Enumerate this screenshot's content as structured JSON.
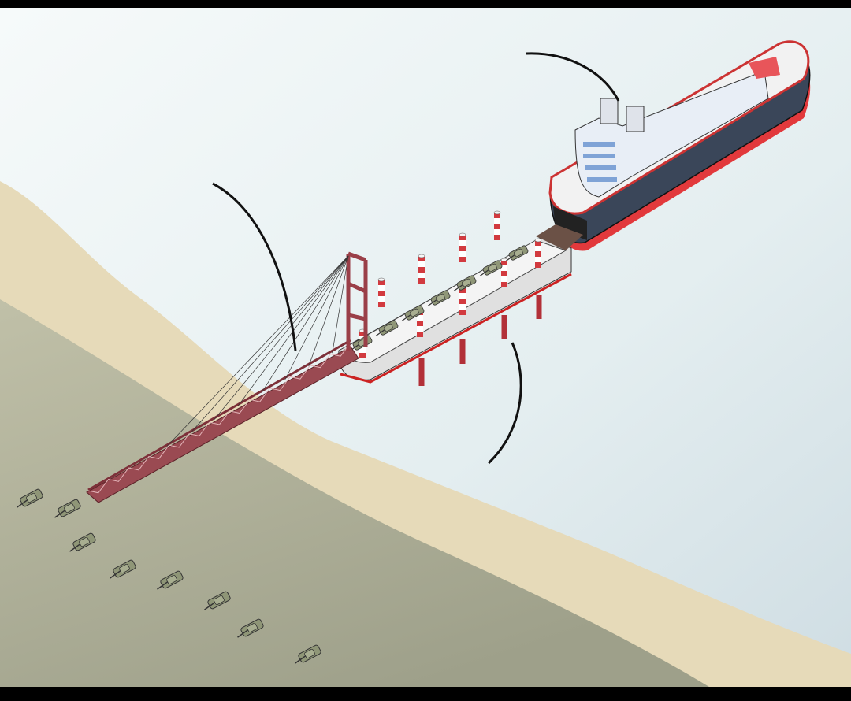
{
  "scene": {
    "colors": {
      "sky_top": "#f4f8f8",
      "sea": "#dce8ec",
      "sand": "#e3d6b4",
      "land": "#a9ab95",
      "hull": "#3a4659",
      "hull_stripe": "#e2393c",
      "bridge_truss": "#9a4a52",
      "tank": "#8f9677",
      "deck": "#f2f2f2"
    },
    "tank_count_on_land": 8,
    "tank_count_on_barge": 7,
    "pylon_count": 9
  }
}
